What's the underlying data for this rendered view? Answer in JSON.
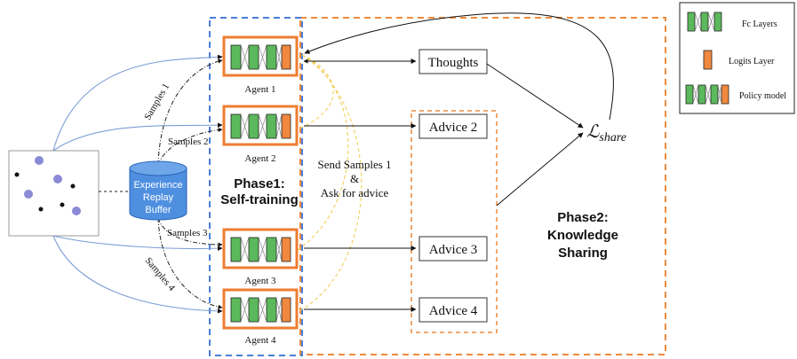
{
  "agents": [
    {
      "label": "Agent 1"
    },
    {
      "label": "Agent 2"
    },
    {
      "label": "Agent 3"
    },
    {
      "label": "Agent 4"
    }
  ],
  "samples": [
    "Samples 1",
    "Samples 2",
    "Samples 3",
    "Samples 4"
  ],
  "buffer": {
    "line1": "Experience",
    "line2": "Replay",
    "line3": "Buffer"
  },
  "phase1": {
    "line1": "Phase1:",
    "line2": "Self-training"
  },
  "phase2": {
    "line1": "Phase2:",
    "line2": "Knowledge",
    "line3": "Sharing"
  },
  "send_text": {
    "line1": "Send Samples 1",
    "line2": "&",
    "line3": "Ask for advice"
  },
  "outputs": {
    "thoughts": "Thoughts",
    "advice2": "Advice 2",
    "advice3": "Advice 3",
    "advice4": "Advice 4"
  },
  "loss": {
    "main": "ℒ",
    "sub": "share"
  },
  "legend": {
    "fc": "Fc Layers",
    "logits": "Logits Layer",
    "policy": "Policy model"
  },
  "colors": {
    "fc_green": "#5cb85c",
    "logits_orange": "#f0883e",
    "agent_border": "#ee7d31",
    "phase1_blue": "#4a7ed6",
    "phase2_orange": "#ee8a3c",
    "env_dot_purple": "#8b8ad6",
    "buffer_blue": "#4f8fe0",
    "sample_line_blue": "#7b9dd6",
    "send_line_yellow": "#f2cf58"
  }
}
